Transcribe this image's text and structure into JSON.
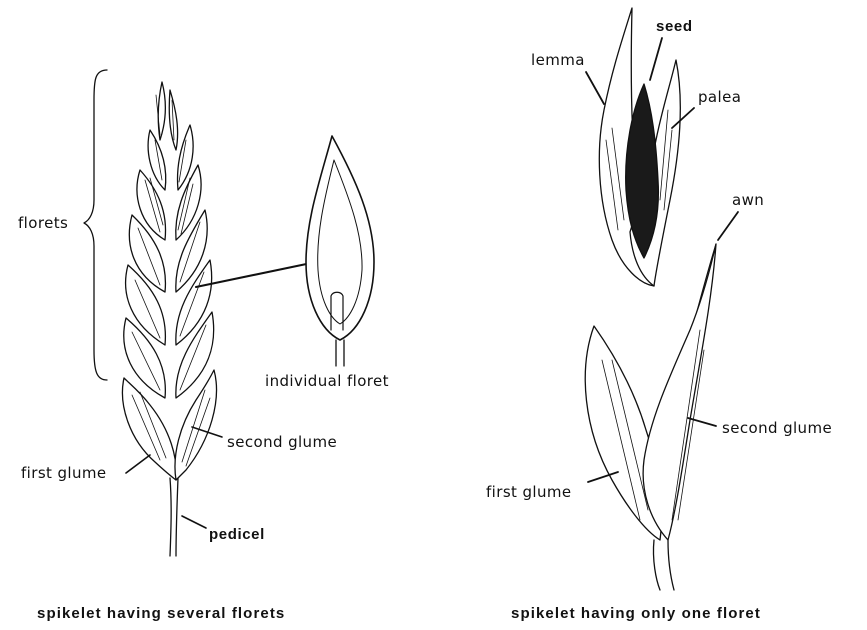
{
  "left_figure": {
    "labels": {
      "florets": "florets",
      "individual_floret": "individual floret",
      "second_glume": "second glume",
      "first_glume": "first glume",
      "pedicel": "pedicel"
    },
    "caption": "spikelet having several florets"
  },
  "right_figure": {
    "labels": {
      "seed": "seed",
      "lemma": "lemma",
      "palea": "palea",
      "awn": "awn",
      "second_glume": "second glume",
      "first_glume": "first glume"
    },
    "caption": "spikelet having only one floret"
  },
  "colors": {
    "ink": "#111111",
    "paper": "#ffffff",
    "shade": "#555555"
  }
}
